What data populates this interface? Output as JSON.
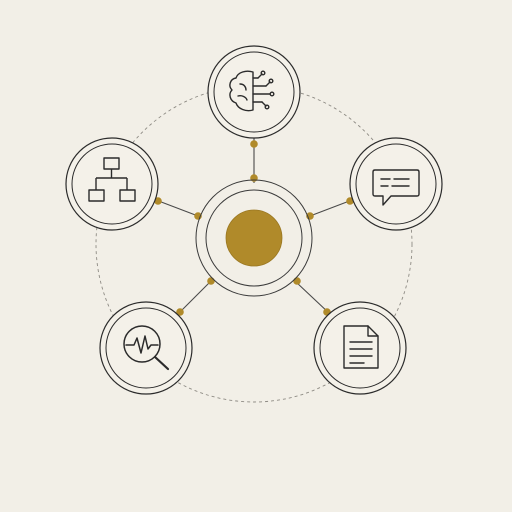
{
  "colors": {
    "background": "#f2efe7",
    "paper": "#f4f1e9",
    "ink": "#2b2b2b",
    "ring": "#3a3a3a",
    "connector": "#4a4a4a",
    "dashed_orbit": "#8e8b84",
    "accent_gold": "#b08a2a",
    "accent_gold_dark": "#9a7721"
  },
  "diagram": {
    "hub": {
      "icon": "gold-core-circle"
    },
    "nodes": [
      {
        "id": "brain",
        "icon": "brain-icon"
      },
      {
        "id": "chat",
        "icon": "chat-bubble-icon"
      },
      {
        "id": "document",
        "icon": "document-icon"
      },
      {
        "id": "analysis",
        "icon": "magnifier-waveform-icon"
      },
      {
        "id": "hierarchy",
        "icon": "org-chart-icon"
      }
    ],
    "connections": [
      {
        "from": "hub",
        "to": "brain"
      },
      {
        "from": "hub",
        "to": "chat"
      },
      {
        "from": "hub",
        "to": "document"
      },
      {
        "from": "hub",
        "to": "analysis"
      },
      {
        "from": "hub",
        "to": "hierarchy"
      }
    ]
  }
}
